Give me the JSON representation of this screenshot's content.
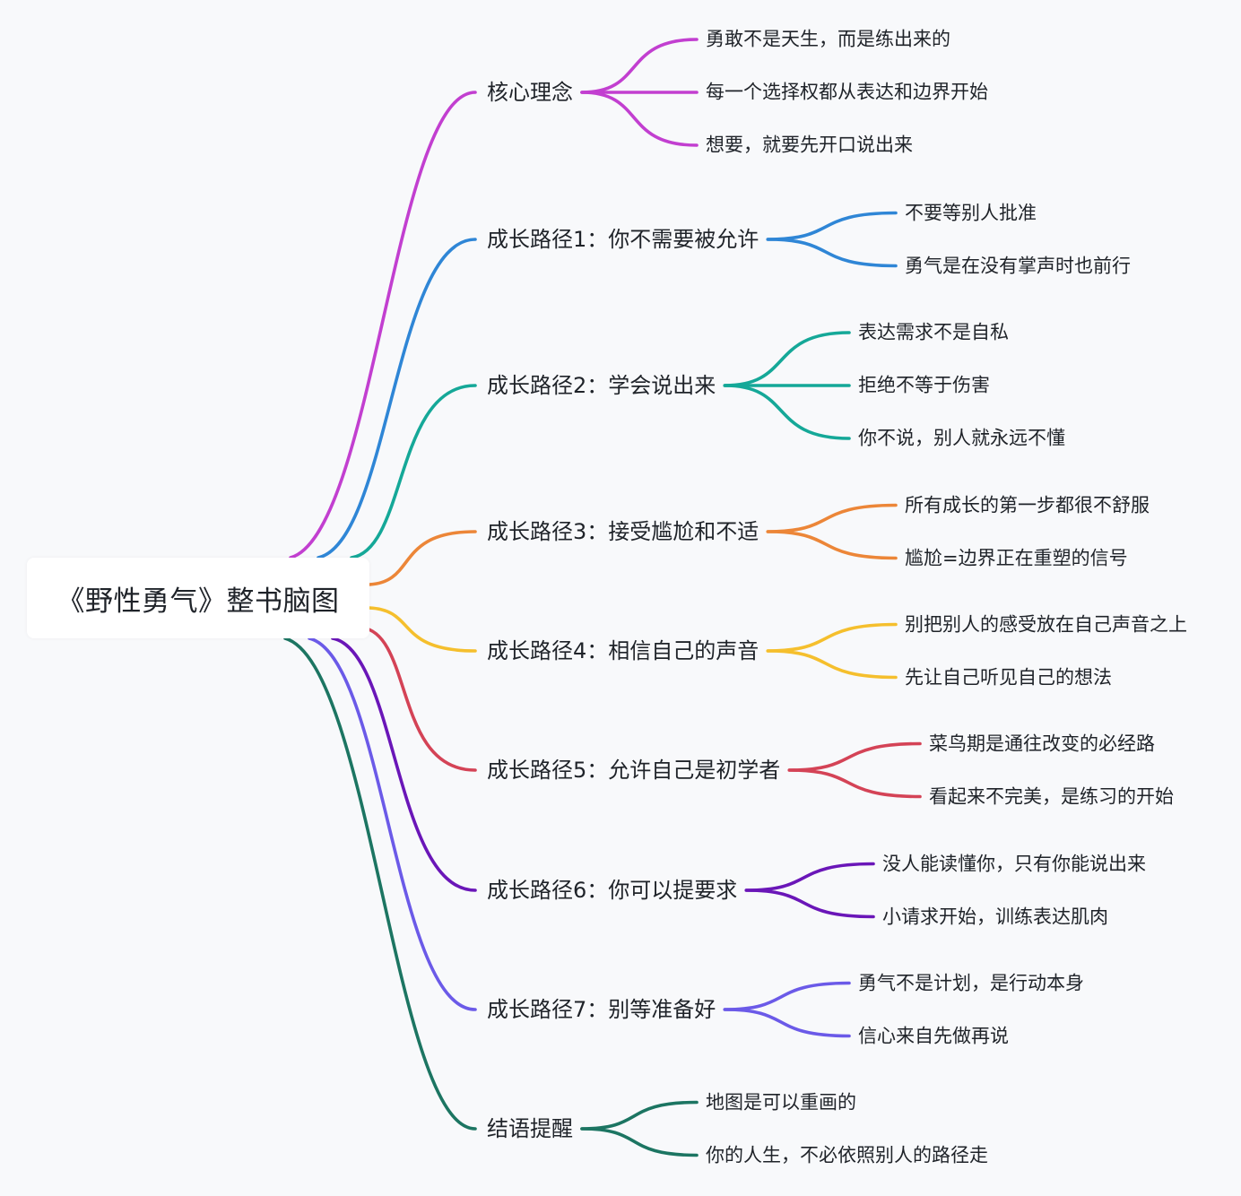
{
  "root": {
    "title": "《野性勇气》整书脑图"
  },
  "branches": [
    {
      "label": "核心理念",
      "color": "#c23fd0",
      "children": [
        "勇敢不是天生，而是练出来的",
        "每一个选择权都从表达和边界开始",
        "想要，就要先开口说出来"
      ]
    },
    {
      "label": "成长路径1：你不需要被允许",
      "color": "#2f86d6",
      "children": [
        "不要等别人批准",
        "勇气是在没有掌声时也前行"
      ]
    },
    {
      "label": "成长路径2：学会说出来",
      "color": "#15a898",
      "children": [
        "表达需求不是自私",
        "拒绝不等于伤害",
        "你不说，别人就永远不懂"
      ]
    },
    {
      "label": "成长路径3：接受尴尬和不适",
      "color": "#ec8638",
      "children": [
        "所有成长的第一步都很不舒服",
        "尴尬=边界正在重塑的信号"
      ]
    },
    {
      "label": "成长路径4：相信自己的声音",
      "color": "#f5bf2d",
      "children": [
        "别把别人的感受放在自己声音之上",
        "先让自己听见自己的想法"
      ]
    },
    {
      "label": "成长路径5：允许自己是初学者",
      "color": "#d44356",
      "children": [
        "菜鸟期是通往改变的必经路",
        "看起来不完美，是练习的开始"
      ]
    },
    {
      "label": "成长路径6：你可以提要求",
      "color": "#6a16b8",
      "children": [
        "没人能读懂你，只有你能说出来",
        "小请求开始，训练表达肌肉"
      ]
    },
    {
      "label": "成长路径7：别等准备好",
      "color": "#6b5ae8",
      "children": [
        "勇气不是计划，是行动本身",
        "信心来自先做再说"
      ]
    },
    {
      "label": "结语提醒",
      "color": "#1c7562",
      "children": [
        "地图是可以重画的",
        "你的人生，不必依照别人的路径走"
      ]
    }
  ]
}
